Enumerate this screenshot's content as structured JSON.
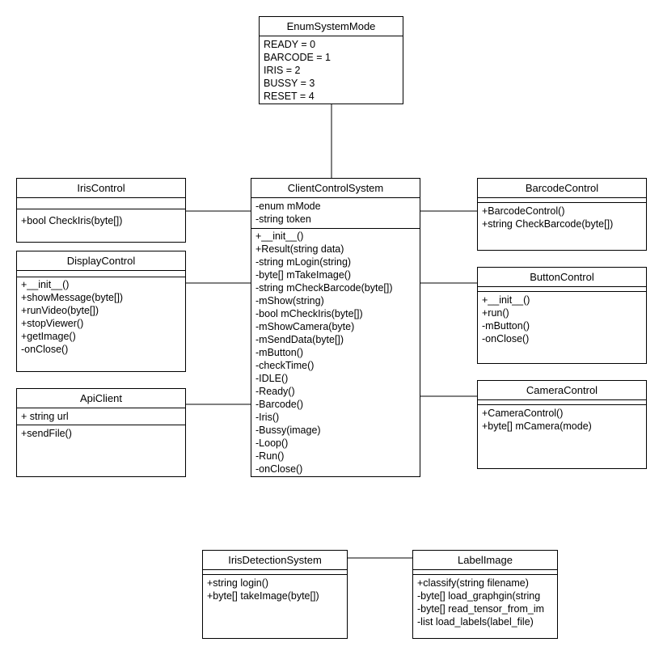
{
  "classes": {
    "enum_system_mode": {
      "name": "EnumSystemMode",
      "attrs": [
        "READY = 0",
        "BARCODE = 1",
        "IRIS = 2",
        "BUSSY = 3",
        "RESET = 4"
      ],
      "methods": []
    },
    "client_control_system": {
      "name": "ClientControlSystem",
      "attrs": [
        "-enum mMode",
        "-string token"
      ],
      "methods": [
        "+__init__()",
        "+Result(string data)",
        "-string mLogin(string)",
        "-byte[] mTakeImage()",
        "-string mCheckBarcode(byte[])",
        "-mShow(string)",
        "-bool mCheckIris(byte[])",
        "-mShowCamera(byte)",
        "-mSendData(byte[])",
        "-mButton()",
        "-checkTime()",
        "-IDLE()",
        "-Ready()",
        "-Barcode()",
        "-Iris()",
        "-Bussy(image)",
        "-Loop()",
        "-Run()",
        "-onClose()"
      ]
    },
    "iris_control": {
      "name": "IrisControl",
      "attrs": [],
      "methods": [
        "+bool CheckIris(byte[])"
      ]
    },
    "display_control": {
      "name": "DisplayControl",
      "attrs": [],
      "methods": [
        "+__init__()",
        "+showMessage(byte[])",
        "+runVideo(byte[])",
        "+stopViewer()",
        "+getImage()",
        "-onClose()"
      ]
    },
    "api_client": {
      "name": "ApiClient",
      "attrs": [
        "+ string url"
      ],
      "methods": [
        "+sendFile()"
      ]
    },
    "barcode_control": {
      "name": "BarcodeControl",
      "attrs": [],
      "methods": [
        "+BarcodeControl()",
        "+string CheckBarcode(byte[])"
      ]
    },
    "button_control": {
      "name": "ButtonControl",
      "attrs": [],
      "methods": [
        "+__init__()",
        "+run()",
        "-mButton()",
        "-onClose()"
      ]
    },
    "camera_control": {
      "name": "CameraControl",
      "attrs": [],
      "methods": [
        "+CameraControl()",
        "+byte[] mCamera(mode)"
      ]
    },
    "iris_detection_system": {
      "name": "IrisDetectionSystem",
      "attrs": [],
      "methods": [
        "+string login()",
        "+byte[] takeImage(byte[])"
      ]
    },
    "label_image": {
      "name": "LabelImage",
      "attrs": [],
      "methods": [
        "+classify(string filename)",
        "-byte[] load_graphgin(string",
        "-byte[] read_tensor_from_im",
        "-list load_labels(label_file)"
      ]
    }
  }
}
